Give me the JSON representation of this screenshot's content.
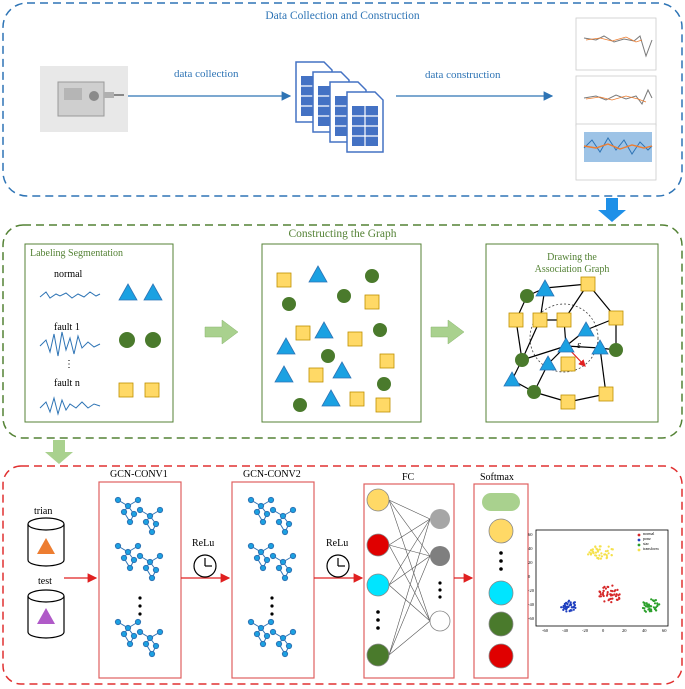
{
  "section1": {
    "title": "Data Collection and Construction",
    "arrow1_label": "data collection",
    "arrow2_label": "data construction"
  },
  "section2": {
    "title": "Constructing the Graph",
    "labeling_title": "Labeling Segmentation",
    "class_labels": [
      "normal",
      "fault 1",
      "fault n"
    ],
    "ellipsis": "⋮",
    "drawing_title_line1": "Drawing the",
    "drawing_title_line2": "Association Graph",
    "epsilon": "ε"
  },
  "section3": {
    "train_label": "trian",
    "test_label": "test",
    "gcn1_label": "GCN-CONV1",
    "gcn2_label": "GCN-CONV2",
    "relu1_label": "ReLu",
    "relu2_label": "ReLu",
    "fc_label": "FC",
    "softmax_label": "Softmax",
    "legend": [
      "normal",
      "ponz",
      "star",
      "transform"
    ],
    "scatter_x_ticks": [
      "-60",
      "-40",
      "-20",
      "0",
      "20",
      "40",
      "60"
    ],
    "scatter_y_ticks": [
      "60",
      "40",
      "20",
      "0",
      "-20",
      "-40",
      "-60"
    ]
  },
  "colors": {
    "section1_border": "#2e74b5",
    "section2_border": "#548235",
    "section3_border": "#e03030",
    "triangle": "#1ba1e2",
    "circle_green": "#4a7a2c",
    "square": "#ffd966",
    "red_node": "#e00000",
    "cyan_node": "#00e5ff",
    "yellow_node": "#ffd966",
    "softmax_pill": "#a9d18e",
    "cluster_red": "#d62728",
    "cluster_yellow": "#f5e14a",
    "cluster_blue": "#1f3fbf",
    "cluster_green": "#2ca02c",
    "purple": "#b05ac8",
    "orange": "#ed7d31"
  }
}
